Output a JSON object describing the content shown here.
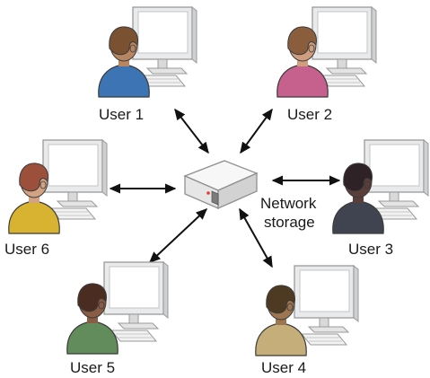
{
  "users": [
    {
      "id": "user-1",
      "label": "User 1",
      "shirt": "#3d74b3",
      "hair": "#7a5232",
      "skin": "#b88562"
    },
    {
      "id": "user-2",
      "label": "User 2",
      "shirt": "#c6608c",
      "hair": "#8a5e3c",
      "skin": "#d09d7f"
    },
    {
      "id": "user-3",
      "label": "User 3",
      "shirt": "#3f4450",
      "hair": "#2e2226",
      "skin": "#5a3e3a"
    },
    {
      "id": "user-4",
      "label": "User 4",
      "shirt": "#c5ae79",
      "hair": "#4e3a22",
      "skin": "#9d7651"
    },
    {
      "id": "user-5",
      "label": "User 5",
      "shirt": "#638c5c",
      "hair": "#4b2c20",
      "skin": "#8a5c44"
    },
    {
      "id": "user-6",
      "label": "User 6",
      "shirt": "#d8b332",
      "hair": "#9c4f3a",
      "skin": "#d2a283"
    }
  ],
  "storage": {
    "label_line1": "Network",
    "label_line2": "storage",
    "led_color": "#e23a3a"
  }
}
